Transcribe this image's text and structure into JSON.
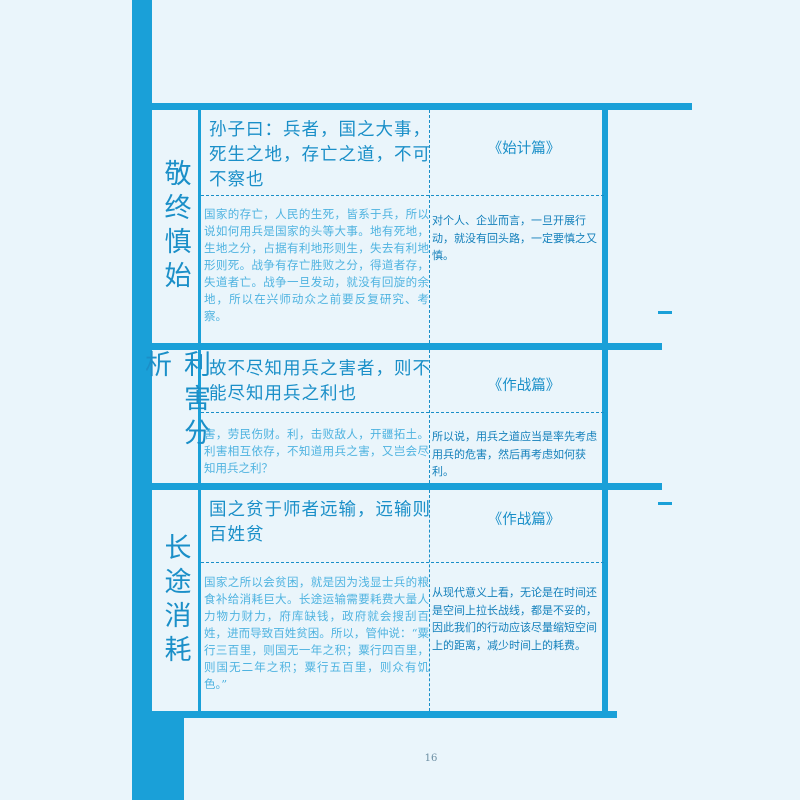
{
  "page_number": "16",
  "colors": {
    "accent": "#1aa0d8",
    "text_dark": "#1a8fc8",
    "text_light": "#4fb3e0"
  },
  "sections": [
    {
      "title": "敬终慎始",
      "quote": "孙子曰：兵者，国之大事，死生之地，存亡之道，不可不察也",
      "source": "《始计篇》",
      "explanation": "国家的存亡，人民的生死，皆系于兵，所以说如何用兵是国家的头等大事。地有死地，生地之分，占据有利地形则生，失去有利地形则死。战争有存亡胜败之分，得道者存，失道者亡。战争一旦发动，就没有回旋的余地，所以在兴师动众之前要反复研究、考察。",
      "modern": "对个人、企业而言，一旦开展行动，就没有回头路，一定要慎之又慎。"
    },
    {
      "title": "利害分析",
      "quote": "故不尽知用兵之害者，则不能尽知用兵之利也",
      "source": "《作战篇》",
      "explanation": "害，劳民伤财。利，击败敌人，开疆拓土。利害相互依存，不知道用兵之害，又岂会尽知用兵之利？",
      "modern": "所以说，用兵之道应当是率先考虑用兵的危害，然后再考虑如何获利。"
    },
    {
      "title": "长途消耗",
      "quote": "国之贫于师者远输，远输则百姓贫",
      "source": "《作战篇》",
      "explanation": "国家之所以会贫困，就是因为浅显士兵的粮食补给消耗巨大。长途运输需要耗费大量人力物力财力，府库缺钱，政府就会搜刮百姓，进而导致百姓贫困。所以，管仲说：“粟行三百里，则国无一年之积；粟行四百里，则国无二年之积；粟行五百里，则众有饥色。”",
      "modern": "从现代意义上看，无论是在时间还是空间上拉长战线，都是不妥的，因此我们的行动应该尽量缩短空间上的距离，减少时间上的耗费。"
    }
  ]
}
